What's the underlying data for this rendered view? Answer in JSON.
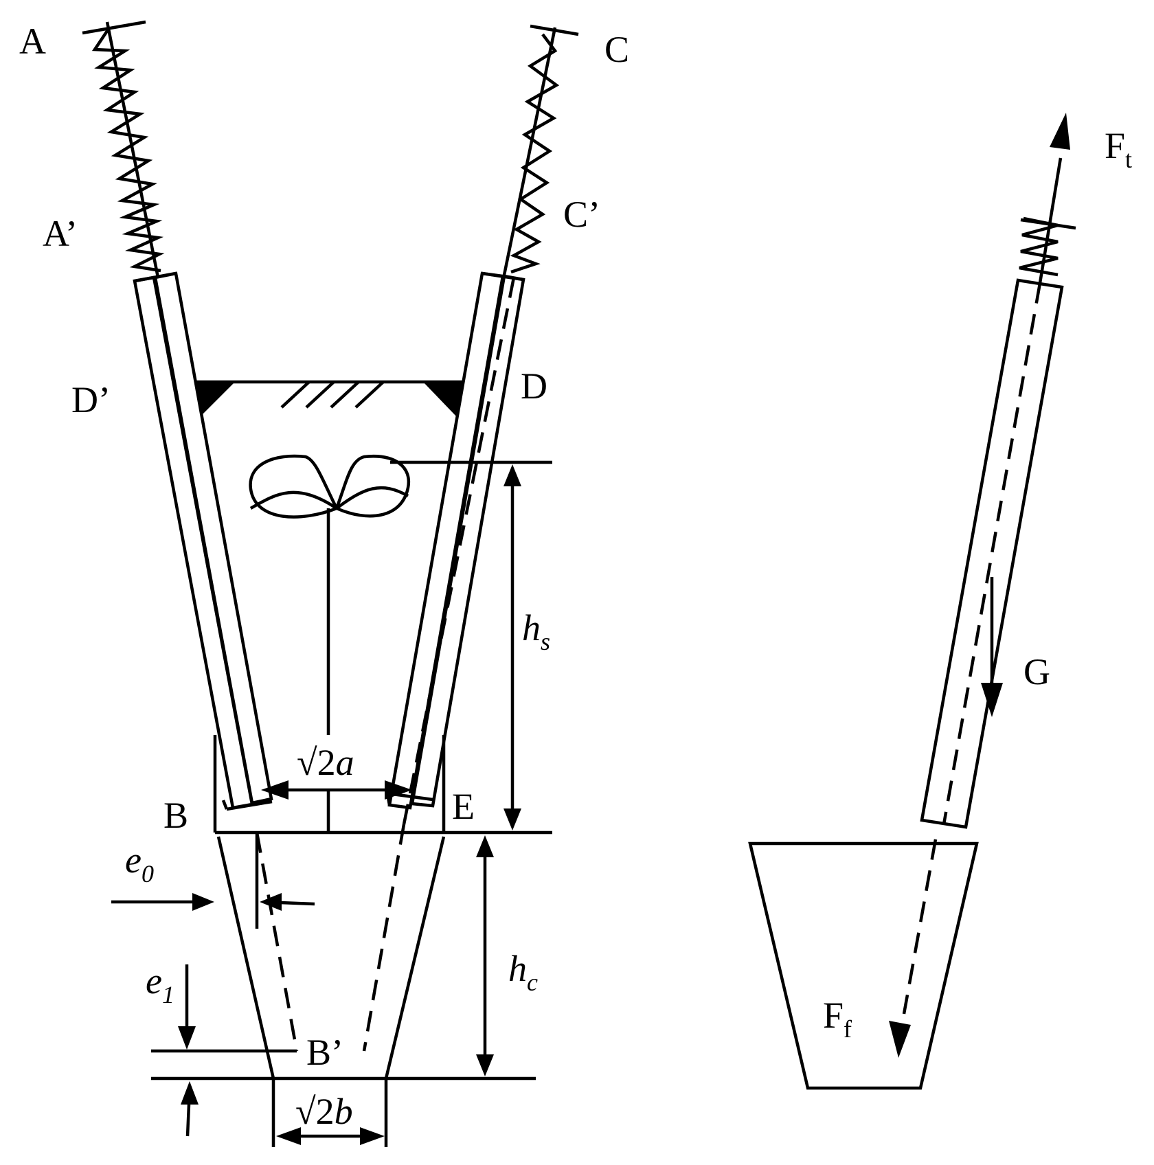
{
  "labels": {
    "A": "A",
    "A_prime": "A’",
    "C": "C",
    "C_prime": "C’",
    "D": "D",
    "D_prime": "D’",
    "B": "B",
    "B_prime": "B’",
    "E": "E",
    "h_s_main": "h",
    "h_s_sub": "s",
    "h_c_main": "h",
    "h_c_sub": "c",
    "e0_main": "e",
    "e0_sub": "0",
    "e1_main": "e",
    "e1_sub": "1",
    "sqrt2a_root": "√2",
    "sqrt2a_var": "a",
    "sqrt2b_root": "√2",
    "sqrt2b_var": "b",
    "Ft_main": "F",
    "Ft_sub": "t",
    "Ff_main": "F",
    "Ff_sub": "f",
    "G": "G"
  }
}
